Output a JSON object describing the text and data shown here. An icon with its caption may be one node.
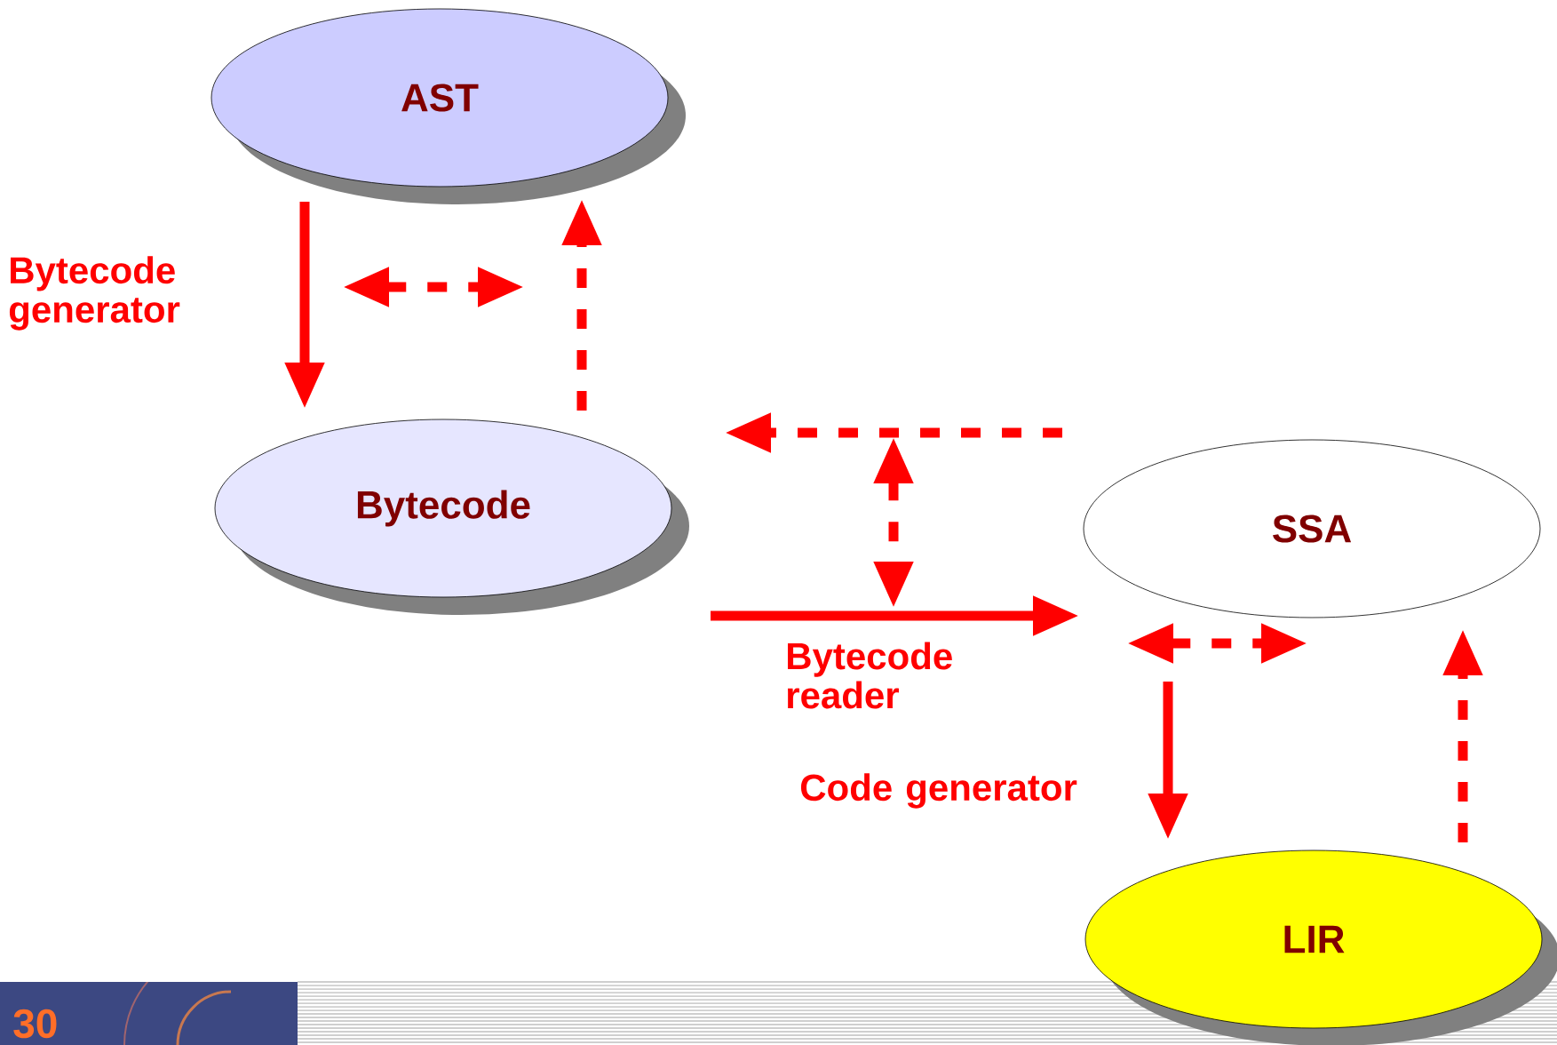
{
  "diagram": {
    "nodes": [
      {
        "text": [
          "AST"
        ]
      },
      {
        "text": [
          "Bytecode"
        ]
      },
      {
        "text": [
          "SSA"
        ]
      },
      {
        "text": [
          "LIR"
        ]
      }
    ],
    "edges": [
      {
        "from": 0,
        "to": 1,
        "arrow": "to",
        "label": "Bytecode generator"
      },
      {
        "from": 1,
        "to": 0,
        "arrow": "to",
        "style": "dashed"
      },
      {
        "from": 1,
        "to": 2,
        "arrow": "to",
        "label": "Bytecode reader"
      },
      {
        "from": 2,
        "to": 1,
        "arrow": "to",
        "style": "dashed"
      },
      {
        "from": 2,
        "to": 3,
        "arrow": "to",
        "label": "Code generator"
      },
      {
        "from": 3,
        "to": 2,
        "arrow": "to",
        "style": "dashed"
      }
    ],
    "labels": [
      "30"
    ]
  }
}
